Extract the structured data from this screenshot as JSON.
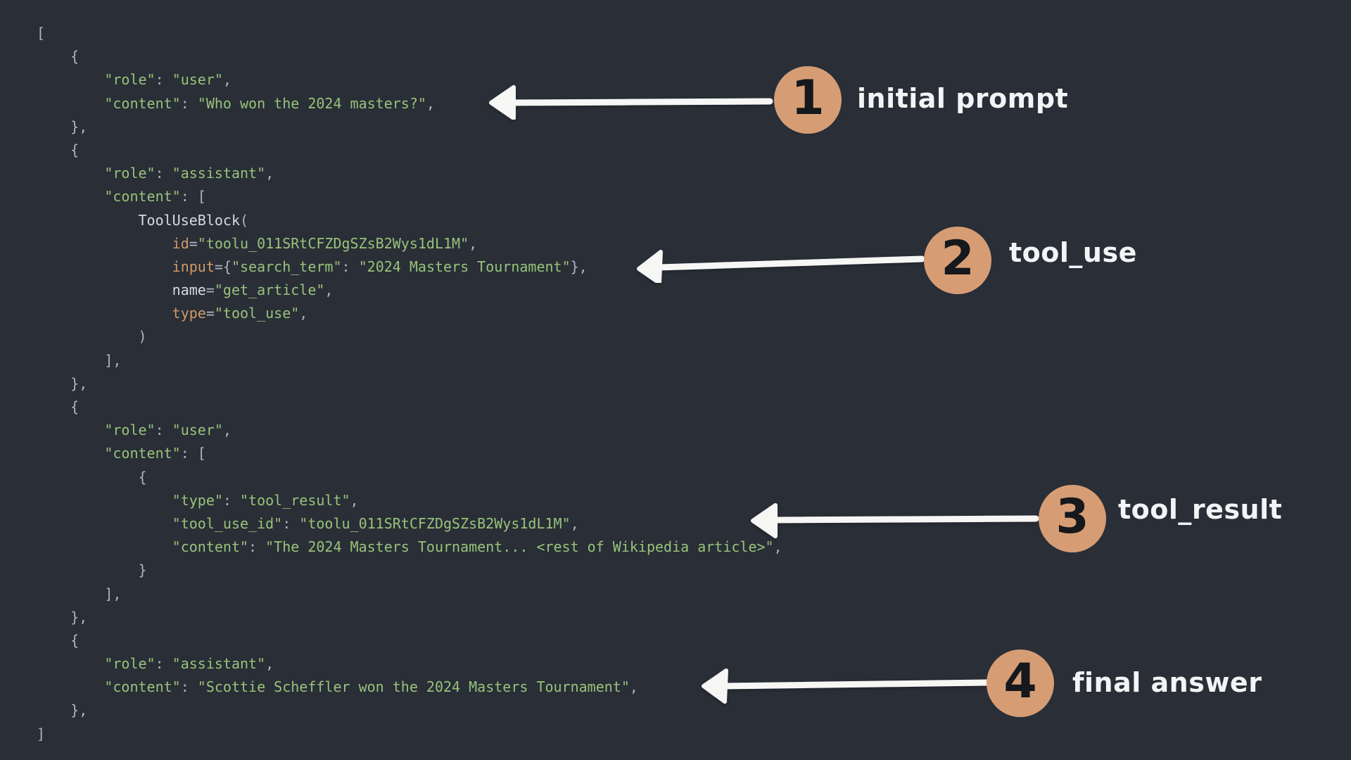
{
  "figure": {
    "background": "#292e37",
    "description_colors": {
      "badge_fill": "#d69d75",
      "badge_number": "#15181c",
      "arrow": "#f6f6f4",
      "label_text": "#f3f4f5",
      "code_string": "#98c379",
      "code_attribute": "#d19a66",
      "code_punctuation": "#aeb4c0",
      "code_identifier": "#d6dae2"
    }
  },
  "annotations": [
    {
      "number": "1",
      "label": "initial prompt"
    },
    {
      "number": "2",
      "label": "tool_use"
    },
    {
      "number": "3",
      "label": "tool_result"
    },
    {
      "number": "4",
      "label": "final answer"
    }
  ],
  "code": {
    "lines": [
      [
        [
          "p",
          "["
        ]
      ],
      [
        [
          "p",
          "    {"
        ]
      ],
      [
        [
          "p",
          "        "
        ],
        [
          "s",
          "\"role\""
        ],
        [
          "p",
          ": "
        ],
        [
          "s",
          "\"user\""
        ],
        [
          "p",
          ","
        ]
      ],
      [
        [
          "p",
          "        "
        ],
        [
          "s",
          "\"content\""
        ],
        [
          "p",
          ": "
        ],
        [
          "s",
          "\"Who won the 2024 masters?\""
        ],
        [
          "p",
          ","
        ]
      ],
      [
        [
          "p",
          "    },"
        ]
      ],
      [
        [
          "p",
          "    {"
        ]
      ],
      [
        [
          "p",
          "        "
        ],
        [
          "s",
          "\"role\""
        ],
        [
          "p",
          ": "
        ],
        [
          "s",
          "\"assistant\""
        ],
        [
          "p",
          ","
        ]
      ],
      [
        [
          "p",
          "        "
        ],
        [
          "s",
          "\"content\""
        ],
        [
          "p",
          ": ["
        ]
      ],
      [
        [
          "p",
          "            "
        ],
        [
          "i",
          "ToolUseBlock"
        ],
        [
          "p",
          "("
        ]
      ],
      [
        [
          "p",
          "                "
        ],
        [
          "o",
          "id"
        ],
        [
          "p",
          "="
        ],
        [
          "s",
          "\"toolu_011SRtCFZDgSZsB2Wys1dL1M\""
        ],
        [
          "p",
          ","
        ]
      ],
      [
        [
          "p",
          "                "
        ],
        [
          "o",
          "input"
        ],
        [
          "p",
          "={"
        ],
        [
          "s",
          "\"search_term\""
        ],
        [
          "p",
          ": "
        ],
        [
          "s",
          "\"2024 Masters Tournament\""
        ],
        [
          "p",
          "},"
        ]
      ],
      [
        [
          "p",
          "                "
        ],
        [
          "i",
          "name"
        ],
        [
          "p",
          "="
        ],
        [
          "s",
          "\"get_article\""
        ],
        [
          "p",
          ","
        ]
      ],
      [
        [
          "p",
          "                "
        ],
        [
          "o",
          "type"
        ],
        [
          "p",
          "="
        ],
        [
          "s",
          "\"tool_use\""
        ],
        [
          "p",
          ","
        ]
      ],
      [
        [
          "p",
          "            )"
        ]
      ],
      [
        [
          "p",
          "        ],"
        ]
      ],
      [
        [
          "p",
          "    },"
        ]
      ],
      [
        [
          "p",
          "    {"
        ]
      ],
      [
        [
          "p",
          "        "
        ],
        [
          "s",
          "\"role\""
        ],
        [
          "p",
          ": "
        ],
        [
          "s",
          "\"user\""
        ],
        [
          "p",
          ","
        ]
      ],
      [
        [
          "p",
          "        "
        ],
        [
          "s",
          "\"content\""
        ],
        [
          "p",
          ": ["
        ]
      ],
      [
        [
          "p",
          "            {"
        ]
      ],
      [
        [
          "p",
          "                "
        ],
        [
          "s",
          "\"type\""
        ],
        [
          "p",
          ": "
        ],
        [
          "s",
          "\"tool_result\""
        ],
        [
          "p",
          ","
        ]
      ],
      [
        [
          "p",
          "                "
        ],
        [
          "s",
          "\"tool_use_id\""
        ],
        [
          "p",
          ": "
        ],
        [
          "s",
          "\"toolu_011SRtCFZDgSZsB2Wys1dL1M\""
        ],
        [
          "p",
          ","
        ]
      ],
      [
        [
          "p",
          "                "
        ],
        [
          "s",
          "\"content\""
        ],
        [
          "p",
          ": "
        ],
        [
          "s",
          "\"The 2024 Masters Tournament... <rest of Wikipedia article>\""
        ],
        [
          "p",
          ","
        ]
      ],
      [
        [
          "p",
          "            }"
        ]
      ],
      [
        [
          "p",
          "        ],"
        ]
      ],
      [
        [
          "p",
          "    },"
        ]
      ],
      [
        [
          "p",
          "    {"
        ]
      ],
      [
        [
          "p",
          "        "
        ],
        [
          "s",
          "\"role\""
        ],
        [
          "p",
          ": "
        ],
        [
          "s",
          "\"assistant\""
        ],
        [
          "p",
          ","
        ]
      ],
      [
        [
          "p",
          "        "
        ],
        [
          "s",
          "\"content\""
        ],
        [
          "p",
          ": "
        ],
        [
          "s",
          "\"Scottie Scheffler won the 2024 Masters Tournament\""
        ],
        [
          "p",
          ","
        ]
      ],
      [
        [
          "p",
          "    },"
        ]
      ],
      [
        [
          "p",
          "]"
        ]
      ]
    ]
  }
}
